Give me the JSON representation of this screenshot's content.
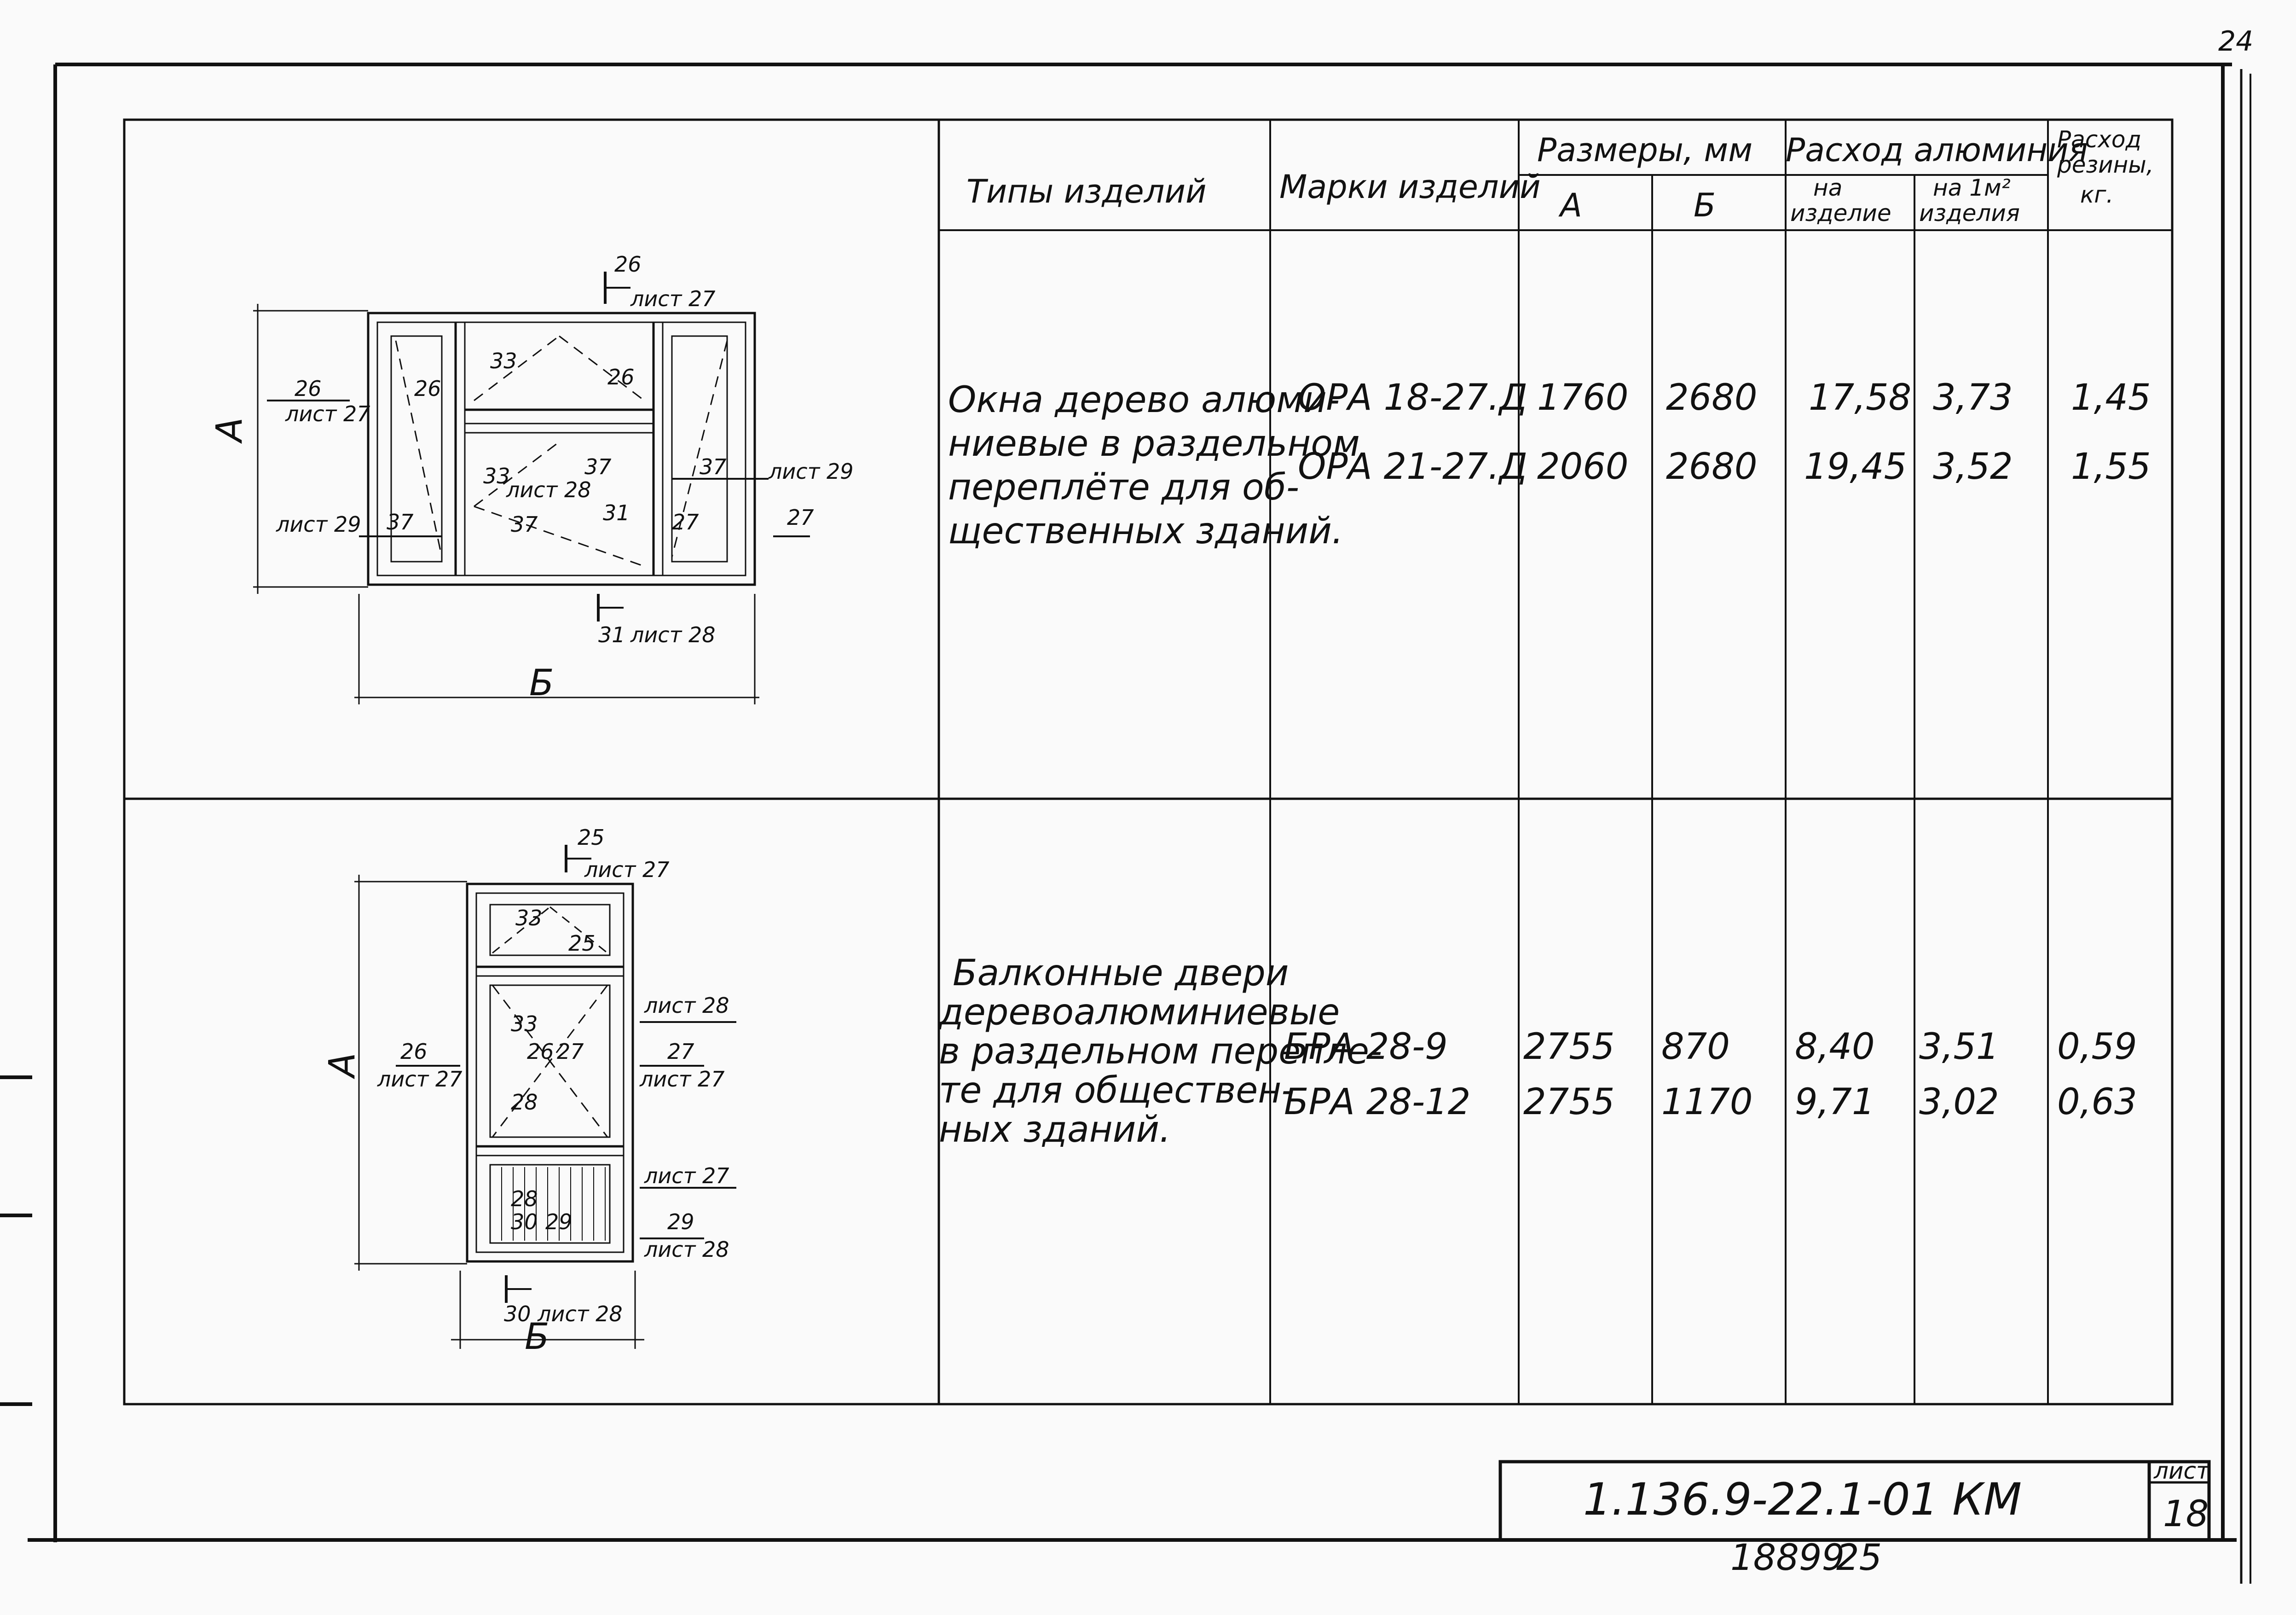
{
  "corner_mark": "24",
  "table": {
    "headers": {
      "types": "Типы изделий",
      "marks": "Марки изделий",
      "sizes": "Размеры, мм",
      "size_a": "А",
      "size_b": "Б",
      "aluminium": "Расход алюминия",
      "alu_per_item_1": "на",
      "alu_per_item_2": "изделие",
      "alu_per_m2_1": "на 1м²",
      "alu_per_m2_2": "изделия",
      "rubber_1": "Расход",
      "rubber_2": "резины,",
      "rubber_3": "кг."
    },
    "rows": [
      {
        "type_lines": [
          "Окна дерево алюми-",
          "ниевые в раздельном",
          "переплёте для об-",
          "щественных зданий."
        ],
        "items": [
          {
            "mark": "ОРА 18-27.Д",
            "a": "1760",
            "b": "2680",
            "alu_item": "17,58",
            "alu_m2": "3,73",
            "rubber": "1,45"
          },
          {
            "mark": "ОРА 21-27.Д",
            "a": "2060",
            "b": "2680",
            "alu_item": "19,45",
            "alu_m2": "3,52",
            "rubber": "1,55"
          }
        ]
      },
      {
        "type_lines": [
          "Балконные двери",
          "деревоалюминиевые",
          "в раздельном перепле-",
          "те для обществен-",
          "ных зданий."
        ],
        "items": [
          {
            "mark": "БРА 28-9",
            "a": "2755",
            "b": "870",
            "alu_item": "8,40",
            "alu_m2": "3,51",
            "rubber": "0,59"
          },
          {
            "mark": "БРА 28-12",
            "a": "2755",
            "b": "1170",
            "alu_item": "9,71",
            "alu_m2": "3,02",
            "rubber": "0,63"
          }
        ]
      }
    ]
  },
  "drawings": {
    "window": {
      "dim_a": "А",
      "dim_b": "Б",
      "callouts": [
        "26",
        "лист 27",
        "26",
        "лист 27",
        "33",
        "26",
        "26",
        "33",
        "лист 28",
        "37",
        "37",
        "лист 29",
        "лист 29",
        "37",
        "37",
        "31",
        "27",
        "27",
        "31",
        "лист 28"
      ]
    },
    "door": {
      "dim_a": "А",
      "dim_b": "Б",
      "callouts": [
        "25",
        "лист 27",
        "33",
        "25",
        "лист 28",
        "33",
        "26",
        "27",
        "26",
        "лист 27",
        "27",
        "лист 27",
        "28",
        "лист 27",
        "28",
        "30",
        "29",
        "29",
        "лист 28",
        "30 лист 28"
      ]
    }
  },
  "title_block": {
    "code": "1.136.9-22.1-01 КМ",
    "sheet_label": "лист",
    "sheet_number": "18",
    "archive_number": "18899",
    "archive_suffix": "25"
  }
}
